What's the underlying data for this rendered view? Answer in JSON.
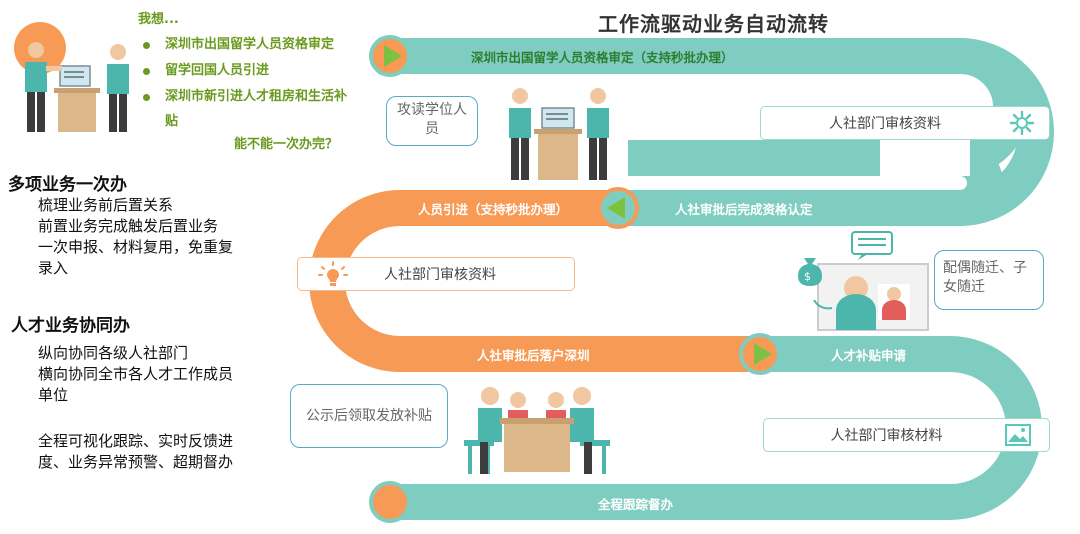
{
  "left": {
    "want_title": "我想...",
    "want_items": [
      "深圳市出国留学人员资格审定",
      "留学回国人员引进",
      "深圳市新引进人才租房和生活补贴"
    ],
    "question": "能不能一次办完？",
    "section1": {
      "title": "多项业务一次办",
      "lines": [
        "梳理业务前后置关系",
        "前置业务完成触发后置业务",
        "一次申报、材料复用，免重复",
        "录入"
      ]
    },
    "section2": {
      "title": "人才业务协同办",
      "lines": [
        "纵向协同各级人社部门",
        "横向协同全市各人才工作成员",
        "单位"
      ],
      "lines2": [
        "全程可视化跟踪、实时反馈进",
        "度、业务异常预警、超期督办"
      ]
    }
  },
  "diagram": {
    "title": "工作流驱动业务自动流转",
    "roads": {
      "row1": "深圳市出国留学人员资格审定（支持秒批办理）",
      "row2_left": "人员引进（支持秒批办理）",
      "row2_right": "人社审批后完成资格认定",
      "row3_left": "人社审批后落户深圳",
      "row3_right": "人才补贴申请",
      "row4": "全程跟踪督办"
    },
    "boxes": {
      "review1": "人社部门审核资料",
      "review2": "人社部门审核资料",
      "review3": "人社部门审核材料"
    },
    "bubbles": {
      "student": "攻读学位人员",
      "family": "配偶随迁、子女随迁",
      "subsidy": "公示后领取发放补贴"
    },
    "colors": {
      "teal": "#7fcdc0",
      "orange": "#f79a55",
      "green": "#7cc142"
    },
    "icons": [
      "play-icon",
      "gear-icon",
      "lightbulb-icon",
      "image-icon",
      "money-bag-icon",
      "chat-icon"
    ]
  }
}
